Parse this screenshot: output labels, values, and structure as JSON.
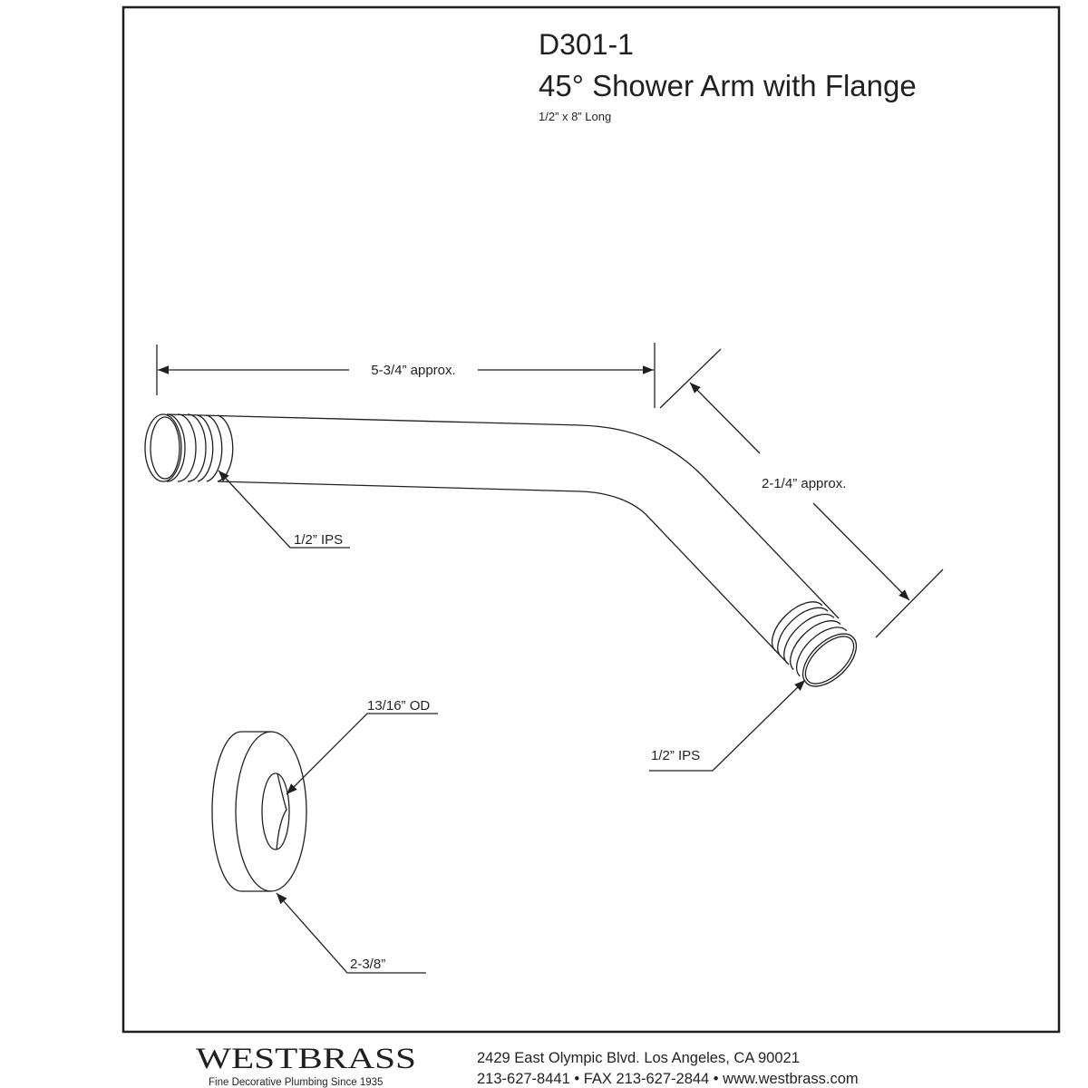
{
  "title": {
    "model": "D301-1",
    "name": "45° Shower Arm with Flange",
    "subtitle": "1/2” x 8” Long"
  },
  "dimensions": {
    "arm_length": "5-3/4” approx.",
    "drop_length": "2-1/4” approx.",
    "left_thread": "1/2” IPS",
    "right_thread": "1/2” IPS",
    "flange_od": "13/16” OD",
    "flange_diameter": "2-3/8”"
  },
  "footer": {
    "brand": "WESTBRASS",
    "tagline": "Fine Decorative Plumbing Since 1935",
    "address": "2429 East Olympic Blvd. Los Angeles, CA  90021",
    "contact": "213-627-8441 • FAX 213-627-2844 • www.westbrass.com"
  },
  "colors": {
    "ink": "#231f20",
    "background": "#ffffff"
  }
}
